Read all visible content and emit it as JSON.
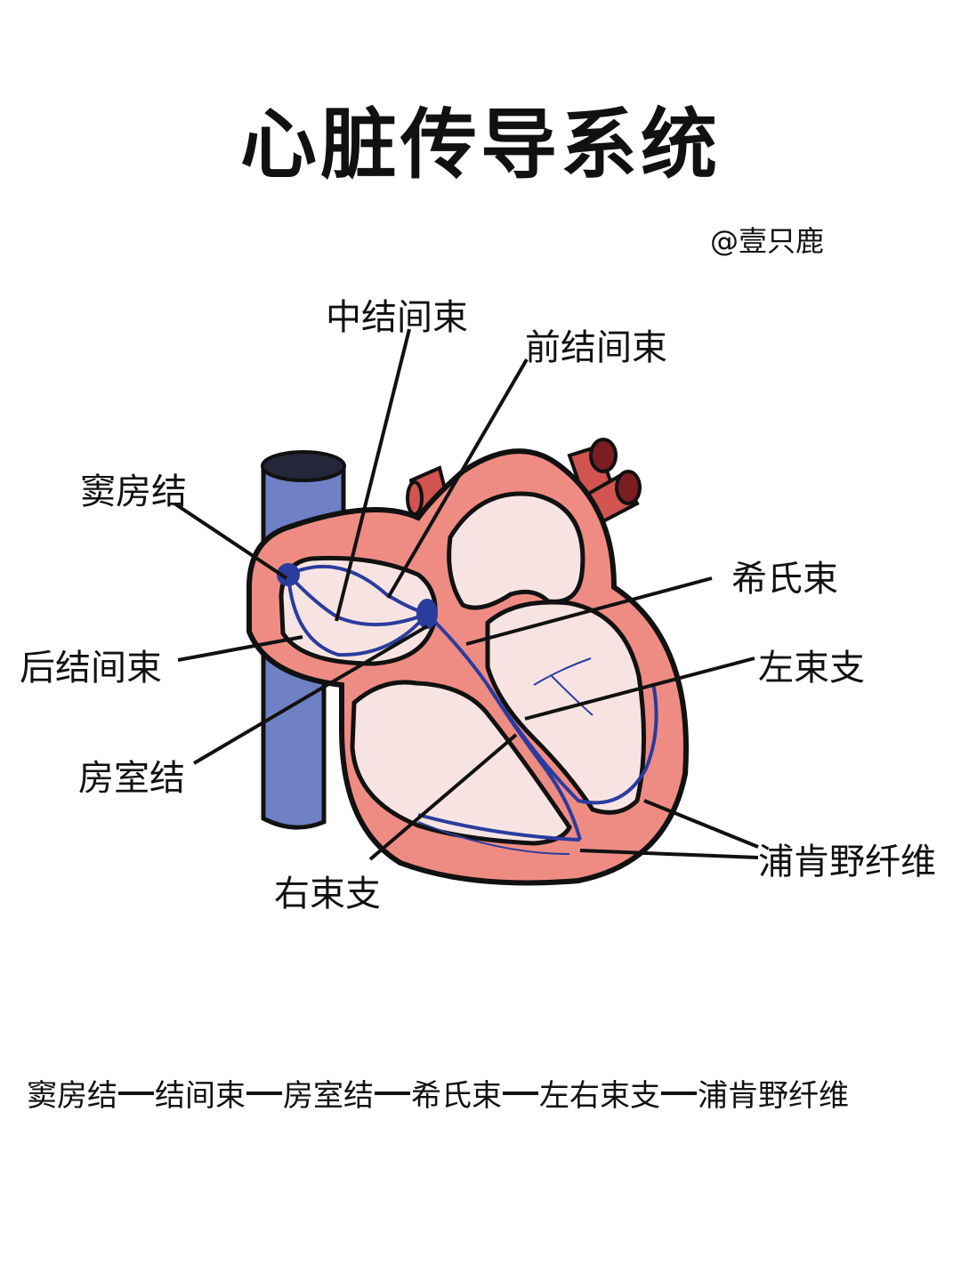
{
  "title": "心脏传导系统",
  "author": "@壹只鹿",
  "labels": {
    "middle_internodal": "中结间束",
    "anterior_internodal": "前结间束",
    "sa_node": "窦房结",
    "posterior_internodal": "后结间束",
    "av_node": "房室结",
    "his_bundle": "希氏束",
    "left_bundle_branch": "左束支",
    "purkinje_fibers": "浦肯野纤维",
    "right_bundle_branch": "右束支"
  },
  "pathway": [
    "窦房结",
    "结间束",
    "房室结",
    "希氏束",
    "左右束支",
    "浦肯野纤维"
  ],
  "colors": {
    "myocardium": "#ee8c84",
    "chamber": "#f7e4e2",
    "vena_cava": "#6f80c4",
    "artery": "#d25450",
    "conduction": "#2a3c9e",
    "outline": "#111111"
  }
}
